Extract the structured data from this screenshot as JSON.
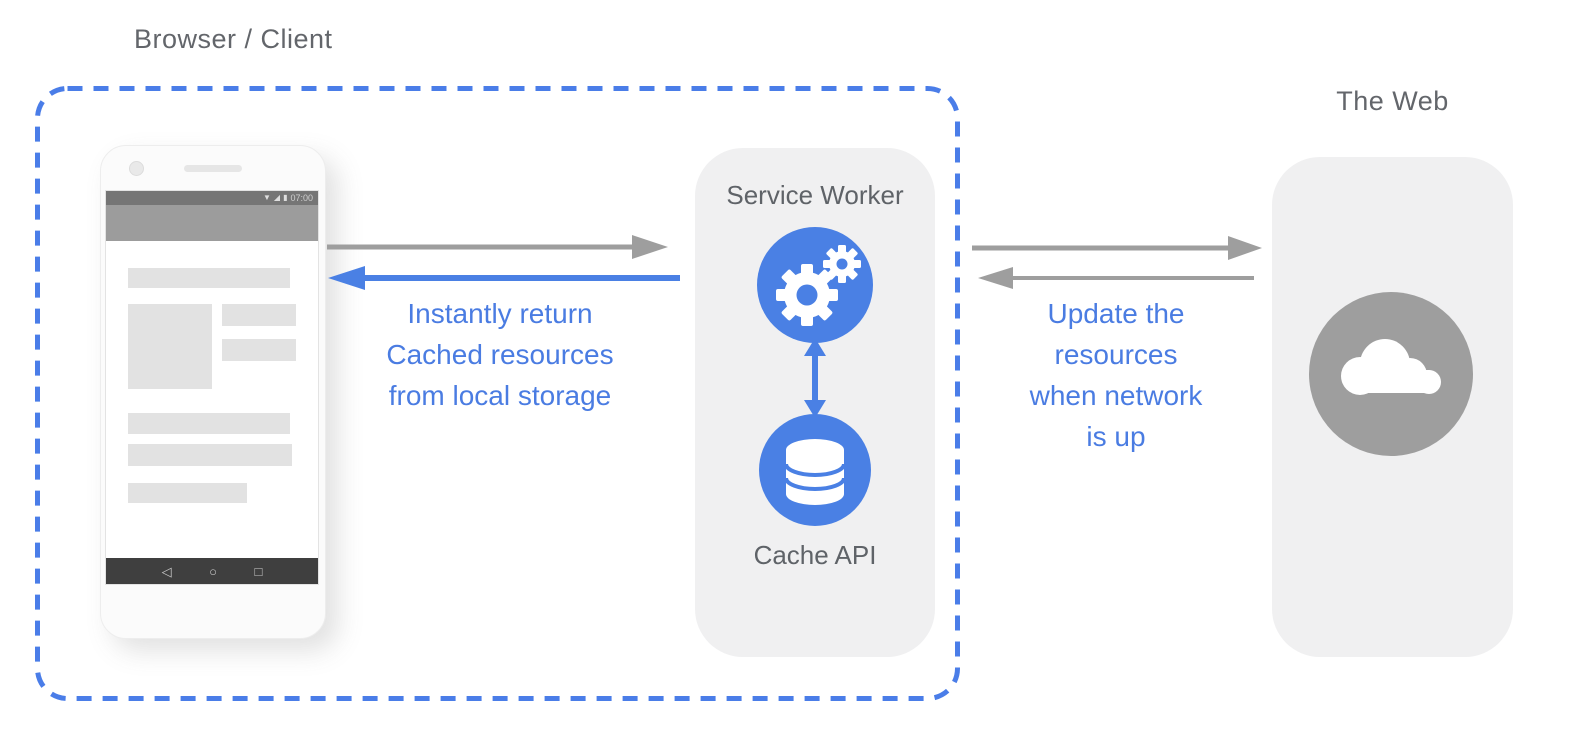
{
  "titles": {
    "browser_client": "Browser / Client",
    "the_web": "The Web"
  },
  "service_worker_panel": {
    "title": "Service Worker",
    "cache_label": "Cache API"
  },
  "captions": {
    "instant_return": {
      "lines": [
        "Instantly return",
        "Cached resources",
        "from local storage"
      ]
    },
    "update_resources": {
      "lines": [
        "Update the",
        "resources",
        "when network",
        "is up"
      ]
    }
  },
  "phone": {
    "status_time": "07:00",
    "status_icons": [
      "wifi",
      "signal",
      "battery"
    ],
    "nav_icons": [
      "back",
      "home",
      "recent-apps"
    ]
  },
  "colors": {
    "blue": "#4a80e4",
    "caption_blue": "#4a7ce2",
    "arrow_gray": "#9e9e9e",
    "panel_bg": "#f0f0f1",
    "dashed_border_blue": "#4a7de8",
    "title_gray": "#5f6368"
  }
}
